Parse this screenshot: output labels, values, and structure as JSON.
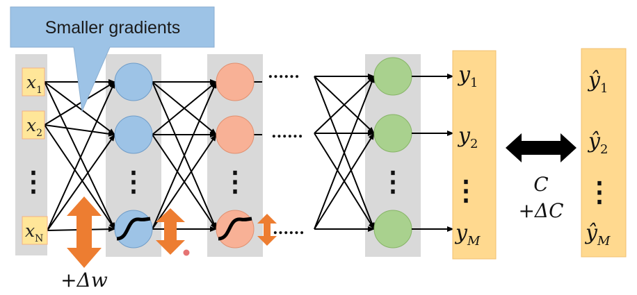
{
  "callout": {
    "text": "Smaller gradients"
  },
  "inputs": {
    "labels": [
      {
        "base": "x",
        "sub": "1"
      },
      {
        "base": "x",
        "sub": "2"
      },
      {
        "base": "x",
        "sub": "N"
      }
    ],
    "ellipsis": "⋮"
  },
  "outputs": {
    "labels": [
      {
        "base": "y",
        "sub": "1"
      },
      {
        "base": "y",
        "sub": "2"
      },
      {
        "base": "y",
        "sub": "M"
      }
    ],
    "ellipsis": "⋮"
  },
  "targets": {
    "labels": [
      {
        "base": "ŷ",
        "sub": "1"
      },
      {
        "base": "ŷ",
        "sub": "2"
      },
      {
        "base": "ŷ",
        "sub": "M"
      }
    ],
    "ellipsis": "⋮"
  },
  "layer_dots": "......",
  "cost": {
    "label": "C",
    "delta": "+ΔC"
  },
  "weight_delta": {
    "label": "+Δw"
  },
  "colors": {
    "layer_band": "#d9d9d9",
    "input_box": "#ffe699",
    "input_box_border": "#f4b183",
    "neuron_blue": "#9dc3e6",
    "neuron_salmon": "#f8b196",
    "neuron_green": "#a9d18e",
    "output_band": "#ffd98f",
    "callout": "#9dc3e6",
    "arrow_orange": "#ed7d31",
    "arrow_black": "#000000",
    "cursor_dot": "#e05a5a"
  }
}
